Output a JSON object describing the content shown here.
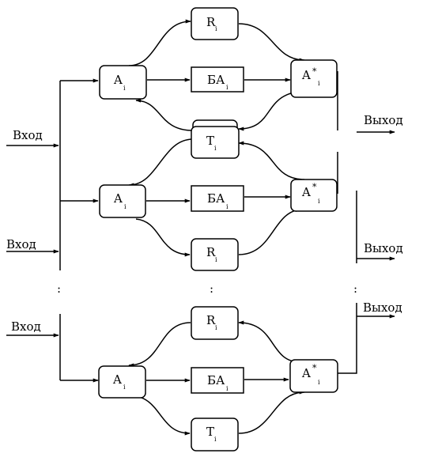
{
  "input_label": "Вход",
  "output_label": "Выход",
  "labels": {
    "A": "A",
    "A_star": "A",
    "star": "*",
    "R": "R",
    "BA": "БА",
    "T": "T",
    "sub_i": "i"
  },
  "ellipsis": ":"
}
